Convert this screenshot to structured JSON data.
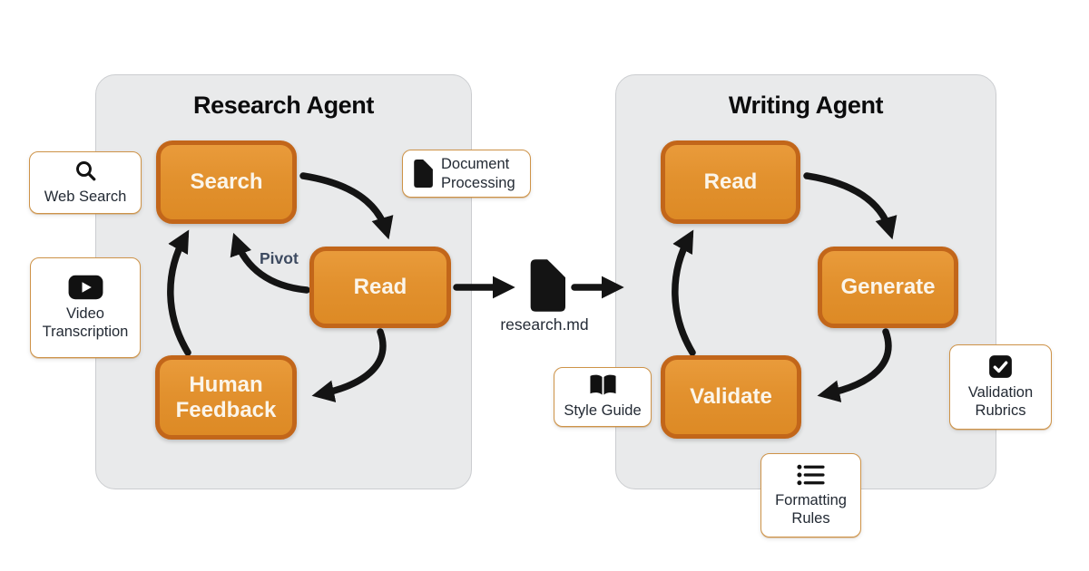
{
  "research_agent": {
    "title": "Research Agent",
    "nodes": {
      "search": {
        "label": "Search"
      },
      "read": {
        "label": "Read"
      },
      "human_feedback": {
        "label": "Human Feedback"
      }
    },
    "pivot_label": "Pivot",
    "tools": {
      "web_search": {
        "label": "Web Search",
        "icon": "magnifier-search-icon"
      },
      "video_transcription": {
        "label": "Video Transcription",
        "icon": "video-play-icon"
      },
      "document_processing": {
        "label": "Document Processing",
        "icon": "document-file-icon"
      }
    }
  },
  "writing_agent": {
    "title": "Writing Agent",
    "nodes": {
      "read": {
        "label": "Read"
      },
      "generate": {
        "label": "Generate"
      },
      "validate": {
        "label": "Validate"
      }
    },
    "tools": {
      "style_guide": {
        "label": "Style Guide",
        "icon": "open-book-icon"
      },
      "validation_rubrics": {
        "label": "Validation Rubrics",
        "icon": "checkbox-check-icon"
      },
      "formatting_rules": {
        "label": "Formatting Rules",
        "icon": "bulleted-list-icon"
      }
    }
  },
  "artifact": {
    "label": "research.md",
    "icon": "document-file-icon"
  },
  "colors": {
    "node_fill": "#E2912E",
    "node_border": "#C2661A",
    "node_text": "#FBF5EA",
    "panel_background": "#E9EAEB",
    "tool_border": "#CE9348",
    "arrow": "#141414",
    "pivot_text": "#3D4A60",
    "canvas": "#FFFFFF"
  }
}
